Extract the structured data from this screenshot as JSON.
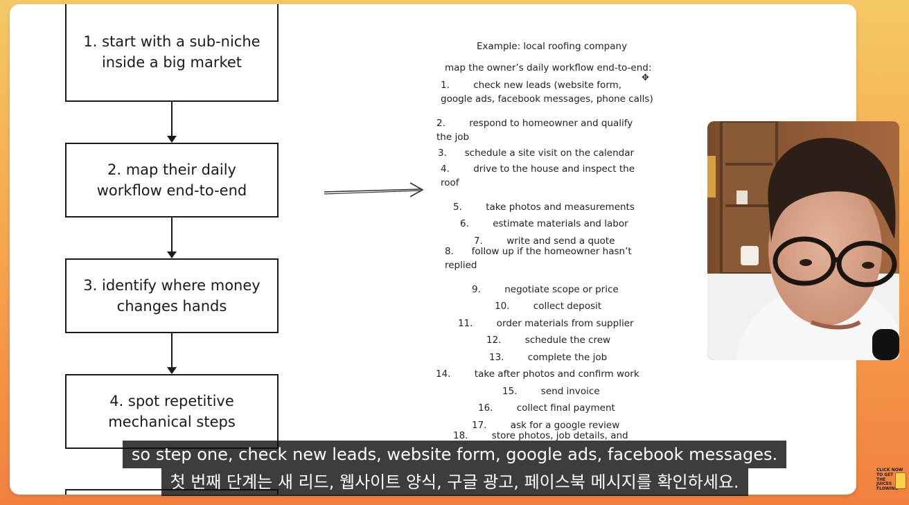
{
  "flow_steps": [
    {
      "label": "1. start with a sub-niche\ninside a big market"
    },
    {
      "label": "2. map their daily\nworkflow end-to-end"
    },
    {
      "label": "3. identify where money\nchanges hands"
    },
    {
      "label": "4. spot repetitive\nmechanical steps"
    }
  ],
  "example": {
    "title": "Example: local roofing company",
    "intro": "map the owner’s daily workflow end-to-end:",
    "lines": [
      "1.        check new leads (website form,",
      "google ads, facebook messages, phone calls)",
      "2.        respond to homeowner and qualify",
      "the job",
      "3.      schedule a site visit on the calendar",
      "4.        drive to the house and inspect the",
      "roof",
      "5.        take photos and measurements",
      "6.        estimate materials and labor",
      "7.        write and send a quote",
      "8.      follow up if the homeowner hasn’t",
      "replied",
      "9.        negotiate scope or price",
      "10.        collect deposit",
      "11.        order materials from supplier",
      "12.        schedule the crew",
      "13.        complete the job",
      "14.        take after photos and confirm work",
      "15.        send invoice",
      "16.        collect final payment",
      "17.        ask for a google review",
      "18.        store photos, job details, and"
    ]
  },
  "subtitles": {
    "english": "so step one, check new leads, website form, google ads, facebook messages.",
    "korean": "첫 번째 단계는 새 리드, 웹사이트 양식, 구글 광고, 페이스북 메시지를 확인하세요."
  },
  "corner_logo": {
    "lines": [
      "CLICK NOW",
      "TO GET",
      "THE",
      "JUICES",
      "FLOWING"
    ]
  },
  "colors": {
    "accent_bg": "#f6a84f",
    "ink": "#1a1a1a",
    "subtitle_bg": "#0c0c0c"
  }
}
